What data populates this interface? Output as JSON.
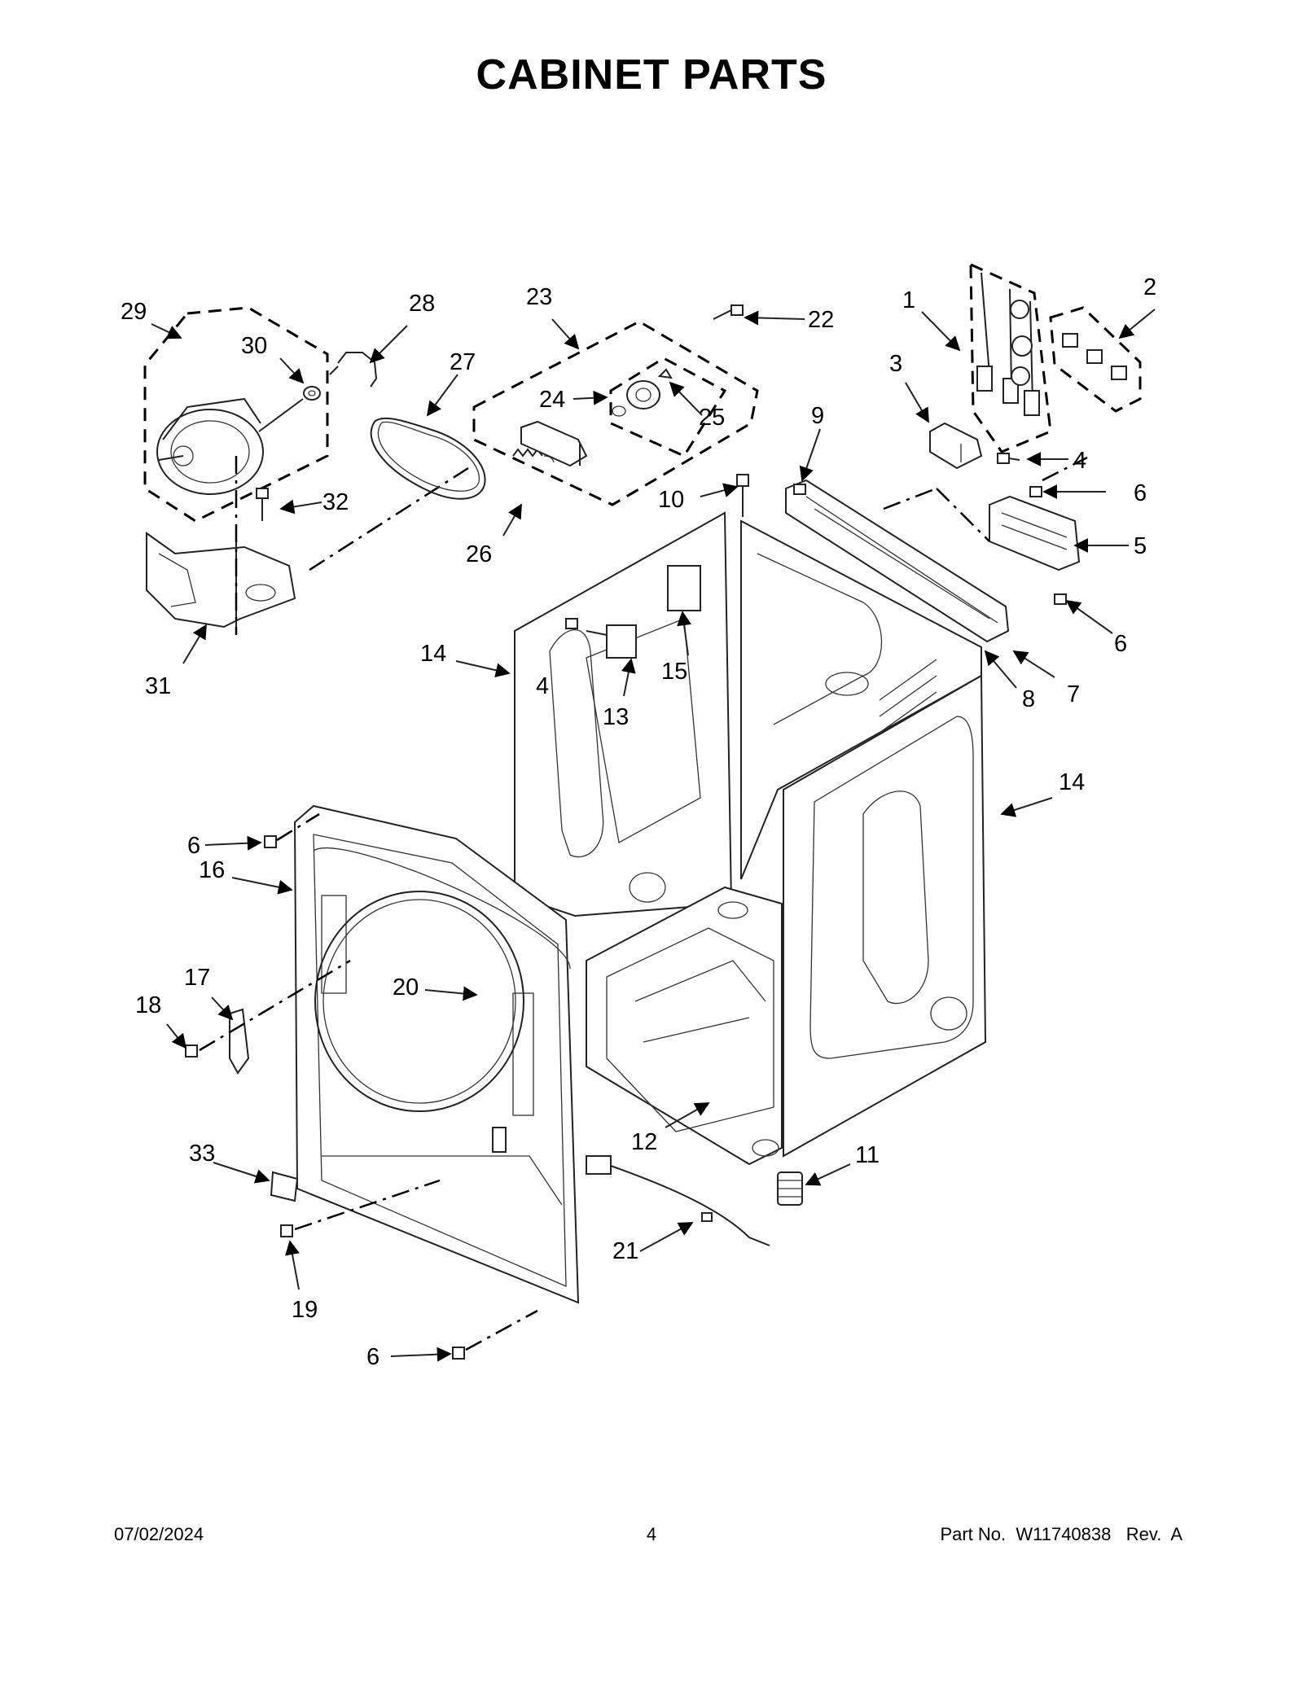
{
  "title": "CABINET PARTS",
  "callouts": {
    "c1": "1",
    "c2": "2",
    "c3": "3",
    "c4a": "4",
    "c4b": "4",
    "c5": "5",
    "c6a": "6",
    "c6b": "6",
    "c6c": "6",
    "c6d": "6",
    "c7": "7",
    "c8": "8",
    "c9": "9",
    "c10": "10",
    "c11": "11",
    "c12": "12",
    "c13": "13",
    "c14a": "14",
    "c14b": "14",
    "c15": "15",
    "c16": "16",
    "c17": "17",
    "c18": "18",
    "c19": "19",
    "c20": "20",
    "c21": "21",
    "c22": "22",
    "c23": "23",
    "c24": "24",
    "c25": "25",
    "c26": "26",
    "c27": "27",
    "c28": "28",
    "c29": "29",
    "c30": "30",
    "c31": "31",
    "c32": "32",
    "c33": "33"
  },
  "footer": {
    "date": "07/02/2024",
    "page": "4",
    "part_number": "Part No.  W11740838   Rev.  A"
  }
}
